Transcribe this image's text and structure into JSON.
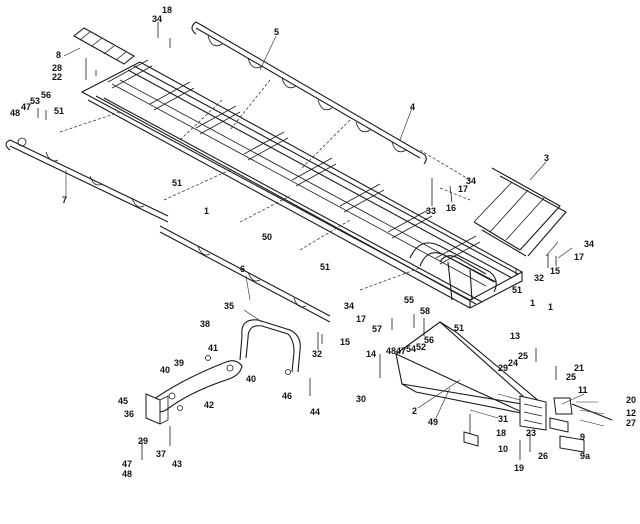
{
  "diagram": {
    "labels": {
      "p1": "1",
      "p1b": "1",
      "p1c": "1",
      "p2": "2",
      "p3": "3",
      "p4": "4",
      "p5": "5",
      "p6": "6",
      "p7": "7",
      "p8": "8",
      "p9": "9",
      "p9a": "9a",
      "p10": "10",
      "p11": "11",
      "p12": "12",
      "p13": "13",
      "p14": "14",
      "p15": "15",
      "p15b": "15",
      "p16": "16",
      "p17": "17",
      "p17b": "17",
      "p17c": "17",
      "p18": "18",
      "p18b": "18",
      "p19": "19",
      "p20": "20",
      "p21": "21",
      "p22": "22",
      "p23": "23",
      "p24": "24",
      "p25": "25",
      "p25b": "25",
      "p26": "26",
      "p27": "27",
      "p28": "28",
      "p29": "29",
      "p29b": "29",
      "p30": "30",
      "p31": "31",
      "p32": "32",
      "p32b": "32",
      "p33": "33",
      "p34": "34",
      "p34b": "34",
      "p34c": "34",
      "p34d": "34",
      "p35": "35",
      "p36": "36",
      "p37": "37",
      "p38": "38",
      "p39": "39",
      "p40": "40",
      "p40b": "40",
      "p41": "41",
      "p42": "42",
      "p43": "43",
      "p44": "44",
      "p45": "45",
      "p46": "46",
      "p47": "47",
      "p47b": "47",
      "p47c": "47",
      "p48": "48",
      "p48b": "48",
      "p48c": "48",
      "p49": "49",
      "p50": "50",
      "p51": "51",
      "p51b": "51",
      "p51c": "51",
      "p51d": "51",
      "p51e": "51",
      "p52": "52",
      "p53": "53",
      "p54": "54",
      "p55": "55",
      "p56": "56",
      "p56b": "56",
      "p57": "57",
      "p58": "58"
    }
  }
}
